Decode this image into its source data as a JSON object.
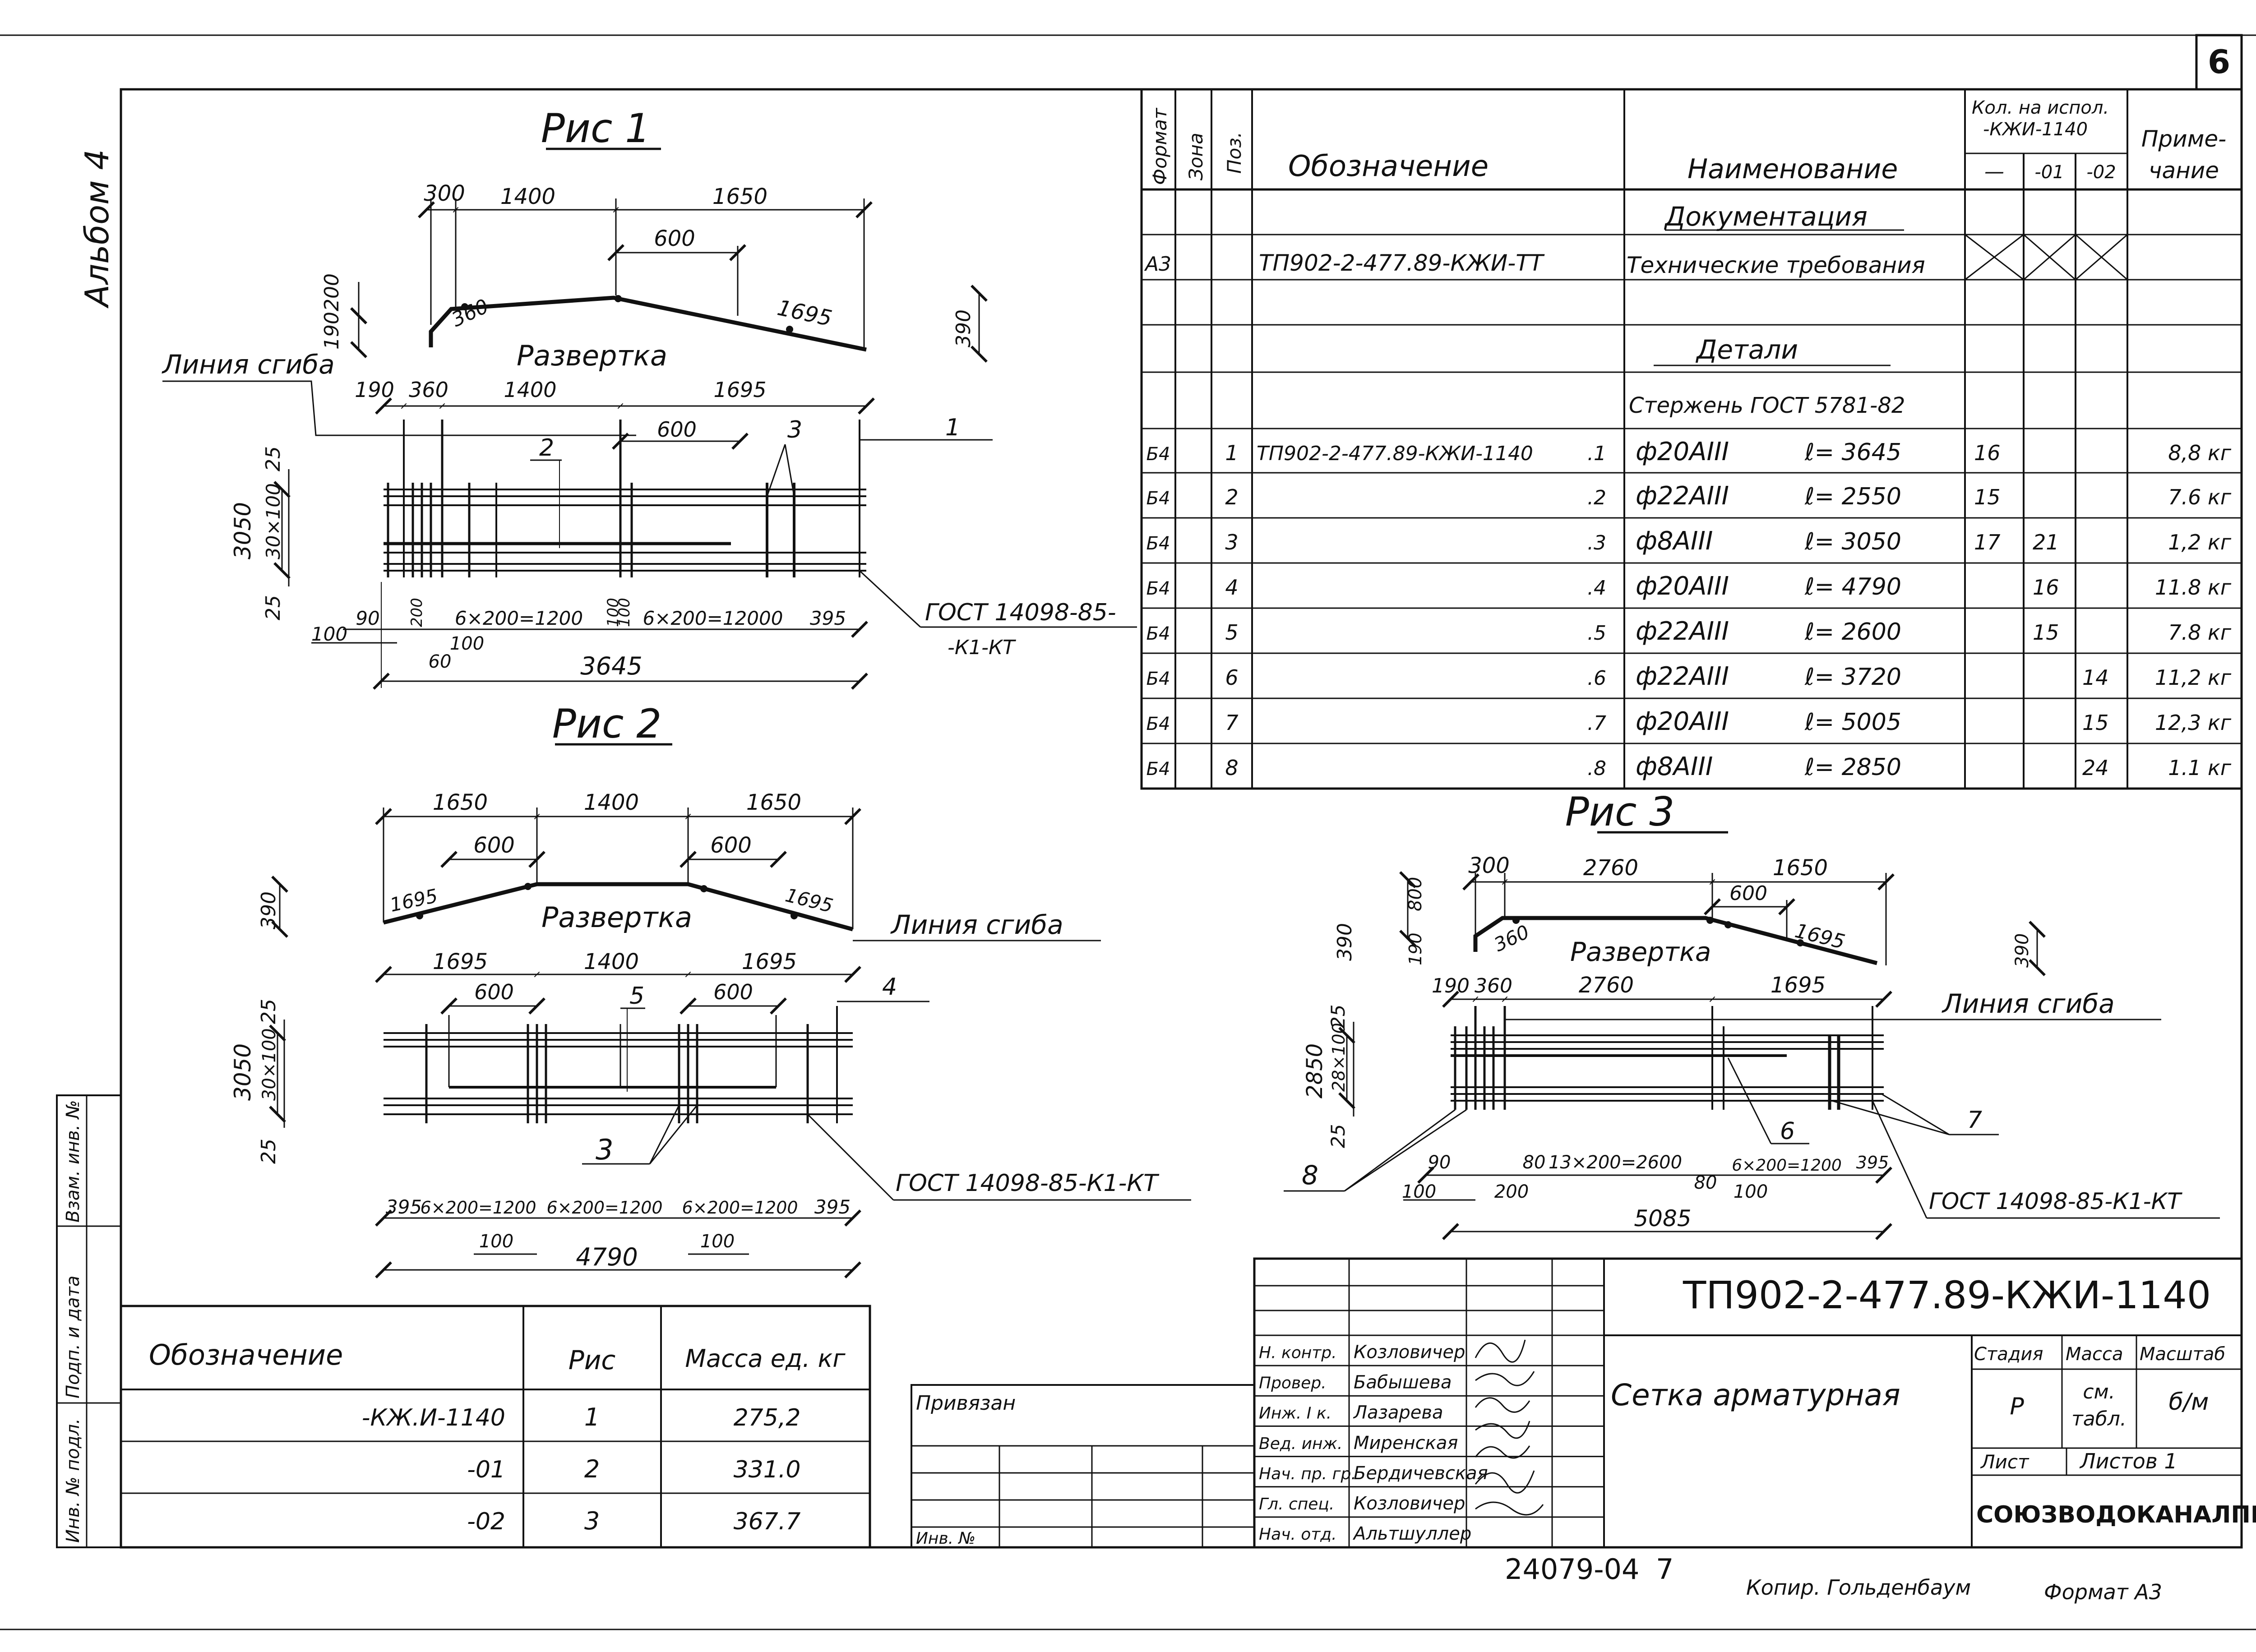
{
  "sheet_number": "6",
  "album": "Альбом 4",
  "fig1": {
    "title": "Рис 1",
    "dims_top": [
      "300",
      "1400",
      "1650",
      "600",
      "1695",
      "390",
      "200",
      "190",
      "360"
    ],
    "unfold": "Развертка",
    "unfold_dims": [
      "190",
      "360",
      "1400",
      "1695",
      "600"
    ],
    "labels": [
      "2",
      "3",
      "1"
    ],
    "side_dims": [
      "25",
      "3050",
      "30×100",
      "25"
    ],
    "bottom_dims": [
      "90",
      "200",
      "6×200=1200",
      "100",
      "100",
      "6×200=12000",
      "395",
      "100",
      "100",
      "60",
      "3645"
    ],
    "gost": "ГОСТ 14098-85-",
    "gost2": "-К1-КТ"
  },
  "bend_line": "Линия сгиба",
  "fig2": {
    "title": "Рис 2",
    "dims_top": [
      "1650",
      "1400",
      "1650",
      "600",
      "600",
      "390",
      "1695",
      "1695"
    ],
    "unfold": "Развертка",
    "unfold_dims": [
      "1695",
      "1400",
      "1695",
      "600",
      "600"
    ],
    "labels": [
      "5",
      "4",
      "3"
    ],
    "side_dims": [
      "25",
      "3050",
      "30×100",
      "25"
    ],
    "bottom_dims": [
      "395",
      "6×200=1200",
      "6×200=1200",
      "6×200=1200",
      "395",
      "100",
      "100",
      "4790"
    ],
    "gost": "ГОСТ 14098-85-К1-КТ"
  },
  "fig3": {
    "title": "Рис 3",
    "dims_top": [
      "300",
      "2760",
      "1650",
      "600",
      "800",
      "390",
      "190",
      "360",
      "1695",
      "390"
    ],
    "unfold": "Развертка",
    "unfold_dims": [
      "190",
      "360",
      "2760",
      "1695"
    ],
    "labels": [
      "6",
      "7",
      "8"
    ],
    "side_dims": [
      "25",
      "2850",
      "28×100",
      "25"
    ],
    "bottom_dims": [
      "90",
      "80",
      "13×200=2600",
      "6×200=1200",
      "395",
      "100",
      "200",
      "80",
      "100",
      "5085"
    ],
    "gost": "ГОСТ 14098-85-К1-КТ"
  },
  "spec": {
    "h_format": "Формат",
    "h_zone": "Зона",
    "h_pos": "Поз.",
    "h_designation": "Обозначение",
    "h_name": "Наименование",
    "h_qty": "Кол. на испол.",
    "h_qty2": "-КЖИ-1140",
    "h_qty_cols": [
      "—",
      "-01",
      "-02"
    ],
    "h_note": "Приме-",
    "h_note2": "чание",
    "sec_docs": "Документация",
    "doc_row": {
      "format": "А3",
      "designation": "ТП902-2-477.89-КЖИ-ТТ",
      "name": "Технические требования"
    },
    "sec_parts": "Детали",
    "rod": "Стержень ГОСТ 5781-82",
    "rows": [
      {
        "format": "Б4",
        "pos": "1",
        "designation": "ТП902-2-477.89-КЖИ-1140",
        "suffix": ".1",
        "dia": "ф20АIII",
        "len": "ℓ= 3645",
        "q0": "16",
        "q1": "",
        "q2": "",
        "note": "8,8 кг"
      },
      {
        "format": "Б4",
        "pos": "2",
        "designation": "",
        "suffix": ".2",
        "dia": "ф22АIII",
        "len": "ℓ= 2550",
        "q0": "15",
        "q1": "",
        "q2": "",
        "note": "7.6 кг"
      },
      {
        "format": "Б4",
        "pos": "3",
        "designation": "",
        "suffix": ".3",
        "dia": "ф8АIII",
        "len": "ℓ= 3050",
        "q0": "17",
        "q1": "21",
        "q2": "",
        "note": "1,2 кг"
      },
      {
        "format": "Б4",
        "pos": "4",
        "designation": "",
        "suffix": ".4",
        "dia": "ф20АIII",
        "len": "ℓ= 4790",
        "q0": "",
        "q1": "16",
        "q2": "",
        "note": "11.8 кг"
      },
      {
        "format": "Б4",
        "pos": "5",
        "designation": "",
        "suffix": ".5",
        "dia": "ф22АIII",
        "len": "ℓ= 2600",
        "q0": "",
        "q1": "15",
        "q2": "",
        "note": "7.8 кг"
      },
      {
        "format": "Б4",
        "pos": "6",
        "designation": "",
        "suffix": ".6",
        "dia": "ф22АIII",
        "len": "ℓ= 3720",
        "q0": "",
        "q1": "",
        "q2": "14",
        "note": "11,2 кг"
      },
      {
        "format": "Б4",
        "pos": "7",
        "designation": "",
        "suffix": ".7",
        "dia": "ф20АIII",
        "len": "ℓ= 5005",
        "q0": "",
        "q1": "",
        "q2": "15",
        "note": "12,3 кг"
      },
      {
        "format": "Б4",
        "pos": "8",
        "designation": "",
        "suffix": ".8",
        "dia": "ф8АIII",
        "len": "ℓ= 2850",
        "q0": "",
        "q1": "",
        "q2": "24",
        "note": "1.1 кг"
      }
    ]
  },
  "mass_table": {
    "h_designation": "Обозначение",
    "h_fig": "Рис",
    "h_mass": "Масса ед. кг",
    "rows": [
      {
        "designation": "-КЖ.И-1140",
        "fig": "1",
        "mass": "275,2"
      },
      {
        "designation": "-01",
        "fig": "2",
        "mass": "331.0"
      },
      {
        "designation": "-02",
        "fig": "3",
        "mass": "367.7"
      }
    ]
  },
  "side_stamp": [
    "Взам. инв. №",
    "Подп. и дата",
    "Инв. № подл."
  ],
  "binding": {
    "label": "Привязан",
    "inv": "Инв. №"
  },
  "title_block": {
    "code": "ТП902-2-477.89-КЖИ-1140",
    "name": "Сетка арматурная",
    "h_stage": "Стадия",
    "h_mass": "Масса",
    "h_scale": "Масштаб",
    "stage": "Р",
    "mass": "см.",
    "mass2": "табл.",
    "scale": "б/м",
    "sheet": "Лист",
    "sheets": "Листов 1",
    "org": "СОЮЗВОДОКАНАЛПРОЕКТ",
    "roles": [
      "Н. контр.",
      "Провер.",
      "Инж. I к.",
      "Вед. инж.",
      "Нач. пр. гр.",
      "Гл. спец.",
      "Нач. отд."
    ],
    "people": [
      "Козловичер",
      "Бабышева",
      "Лазарева",
      "Миренская",
      "Бердичевская",
      "Козловичер",
      "Альтшуллер"
    ]
  },
  "footer": {
    "number": "24079-04",
    "page": "7",
    "copied": "Копир. Гольденбаум",
    "format": "Формат А3"
  }
}
